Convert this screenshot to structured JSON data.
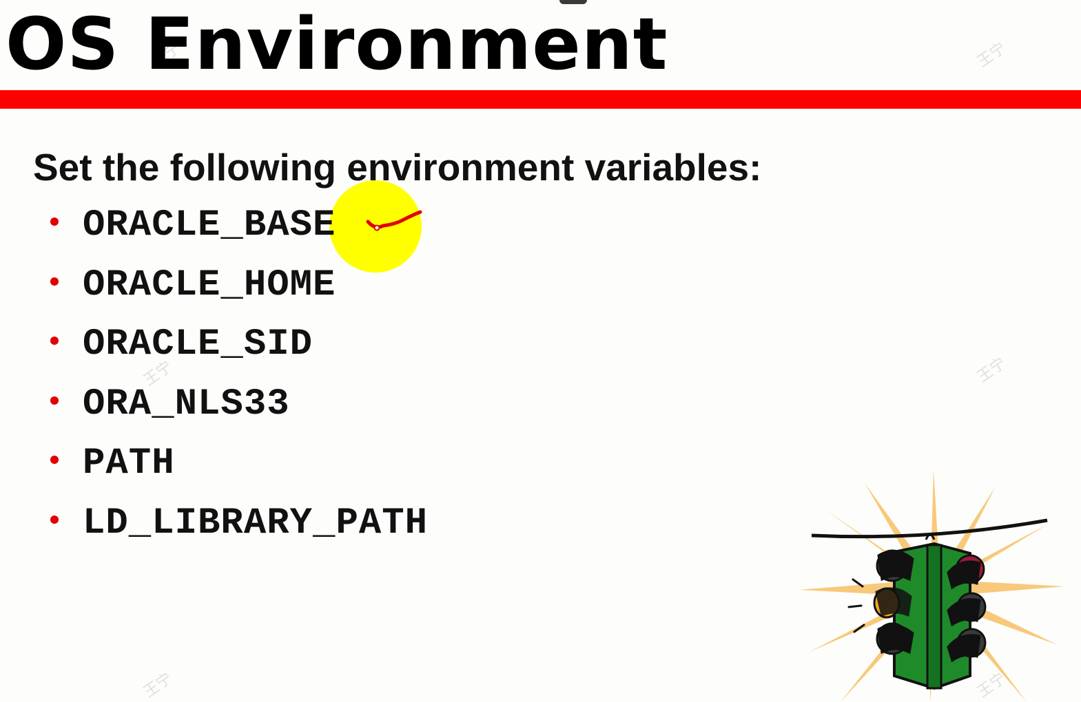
{
  "slide": {
    "title": "OS Environment",
    "intro": "Set the following environment variables:",
    "variables": [
      "ORACLE_BASE",
      "ORACLE_HOME",
      "ORACLE_SID",
      "ORA_NLS33",
      "PATH",
      "LD_LIBRARY_PATH"
    ]
  },
  "colors": {
    "title_rule": "#ff0000",
    "bullet": "#e00000",
    "highlight": "#ffff00",
    "pen_mark": "#e00000",
    "traffic_light_body": "#1f8a2a",
    "starburst": "#f8c97a"
  },
  "decorations": {
    "highlight": "laser-pointer-highlight",
    "pen_mark": "checkmark-annotation",
    "clipart": "traffic-light-clipart",
    "watermark": "王宁"
  }
}
